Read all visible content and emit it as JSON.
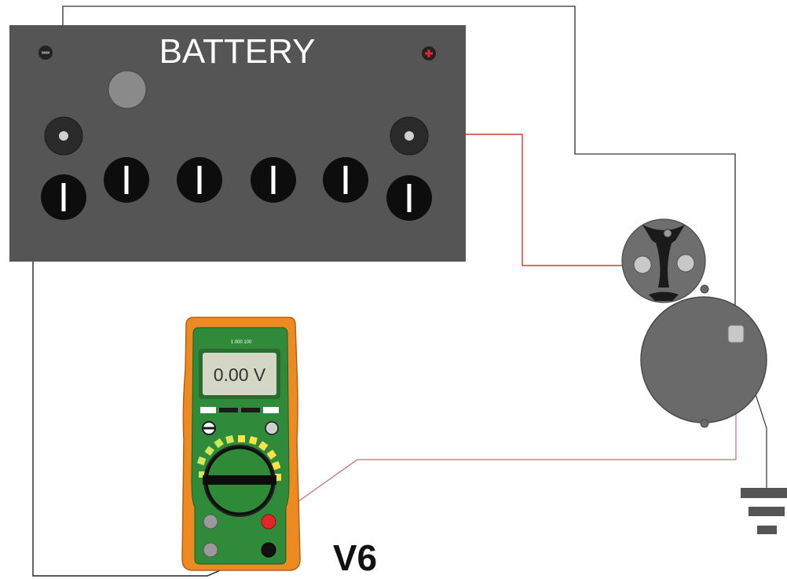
{
  "battery": {
    "label": "BATTERY",
    "neg_symbol": "−",
    "pos_symbol": "+",
    "body_color": "#555555"
  },
  "meter": {
    "model": "1 000 100",
    "reading": "0.00 V",
    "body_color": "#ee8a22",
    "face_color": "#2f8a3a",
    "probe_pos_color": "#e3262b",
    "probe_com_color": "#111111"
  },
  "test_point_label": "V6",
  "wire_colors": {
    "positive": "#d23a3a",
    "negative": "#222222",
    "sense": "#c07070",
    "ground": "#555555"
  },
  "icons": [
    "battery-terminal-negative",
    "battery-terminal-positive",
    "battery-cell-cap",
    "starter-solenoid",
    "starter-motor",
    "ground-symbol",
    "multimeter"
  ]
}
